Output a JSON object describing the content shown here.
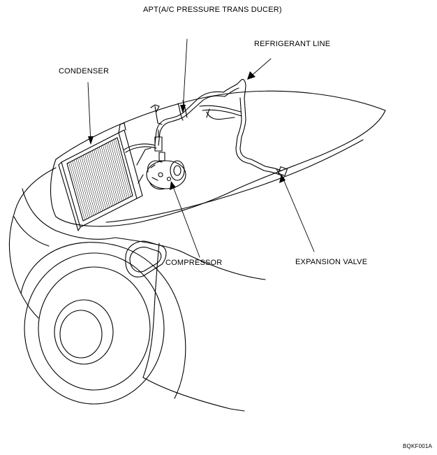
{
  "labels": {
    "apt": "APT(A/C PRESSURE TRANS DUCER)",
    "refrigerant_line": "REFRIGERANT LINE",
    "condenser": "CONDENSER",
    "compressor": "COMPRESSOR",
    "expansion_valve": "EXPANSION VALVE",
    "figure_code": "BQKF001A"
  },
  "colors": {
    "line": "#000000",
    "background": "#ffffff"
  }
}
